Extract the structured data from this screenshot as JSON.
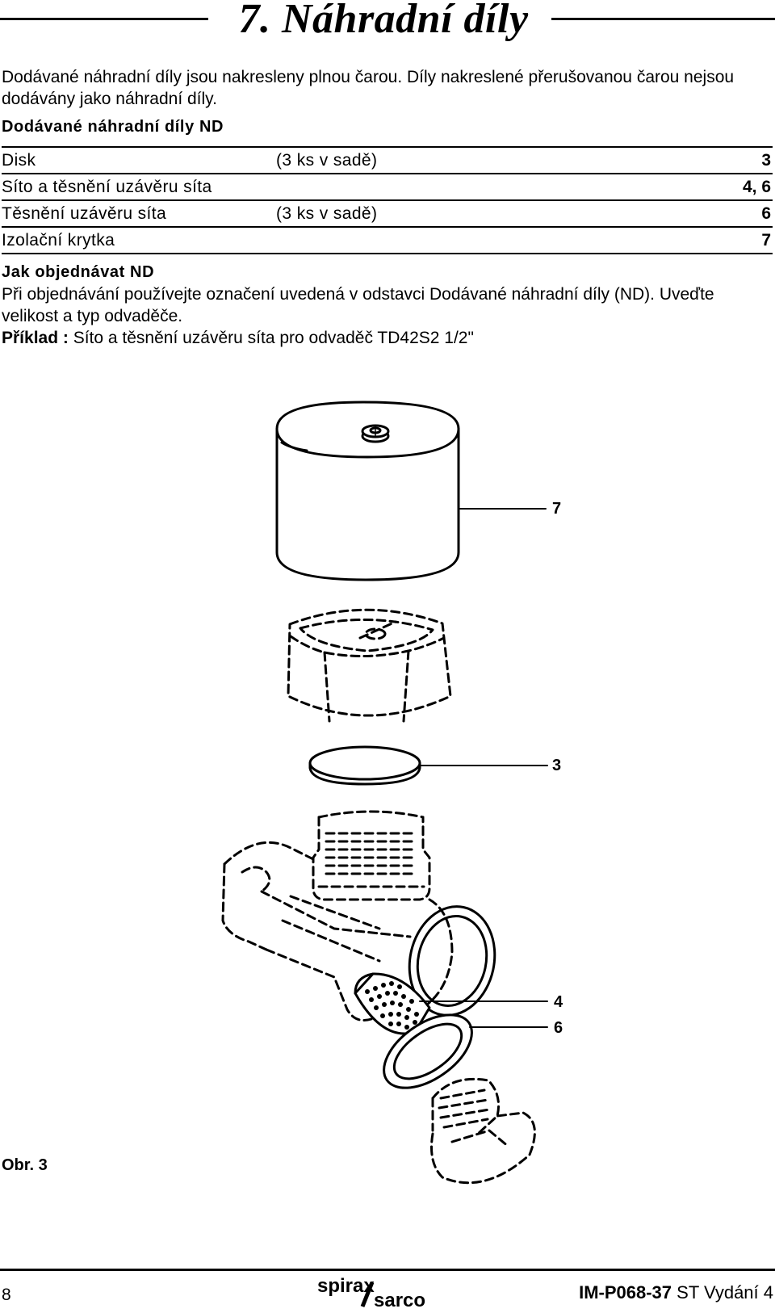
{
  "title": "7. Náhradní díly",
  "intro": "Dodávané náhradní díly jsou nakresleny plnou čarou. Díly nakreslené přerušovanou čarou nejsou dodávány jako náhradní díly.",
  "parts_heading": "Dodávané náhradní díly ND",
  "parts": [
    {
      "name": "Disk",
      "note": "(3 ks v sadě)",
      "ref": "3"
    },
    {
      "name": "Síto a těsnění uzávěru síta",
      "note": "",
      "ref": "4, 6"
    },
    {
      "name": "Těsnění uzávěru síta",
      "note": "(3 ks v sadě)",
      "ref": "6"
    },
    {
      "name": "Izolační krytka",
      "note": "",
      "ref": "7"
    }
  ],
  "order_heading": "Jak objednávat ND",
  "order_text": "Při objednávání používejte označení uvedená v odstavci Dodávané náhradní díly (ND). Uveďte velikost a typ odvaděče.",
  "example_label": "Příklad :",
  "example_text": " Síto a těsnění uzávěru síta pro odvaděč TD42S2 1/2\"",
  "figure": {
    "callouts": [
      "7",
      "3",
      "4",
      "6"
    ],
    "caption": "Obr. 3"
  },
  "footer": {
    "page_number": "8",
    "logo_top": "spirax",
    "logo_bottom": "sarco",
    "doc_code": "IM-P068-37",
    "doc_rest": " ST Vydání 4"
  }
}
